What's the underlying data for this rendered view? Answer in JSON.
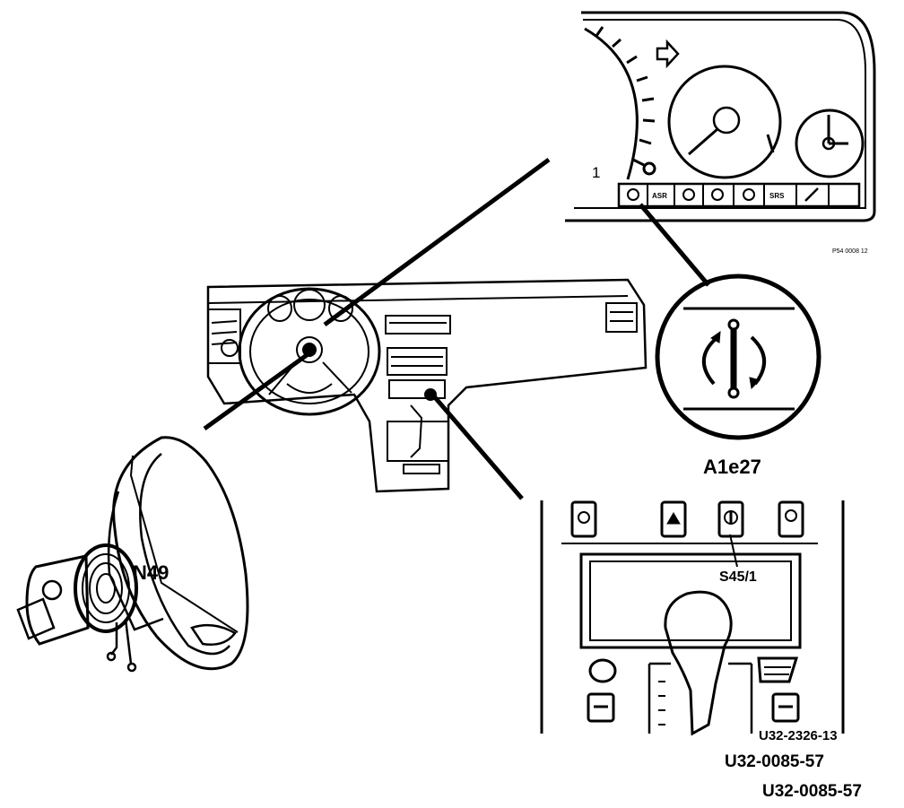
{
  "labels": {
    "warning_lamp": "A1e27",
    "switch": "S45/1",
    "sensor": "N49",
    "inset_code": "U32-2326-13",
    "figure_code": "U32-0085-57",
    "figure_code_repeat": "U32-0085-57",
    "cluster_code": "P54 0008 12",
    "gauge_digit": "1"
  },
  "indicators": {
    "asr": "ASR",
    "srs": "SRS"
  }
}
